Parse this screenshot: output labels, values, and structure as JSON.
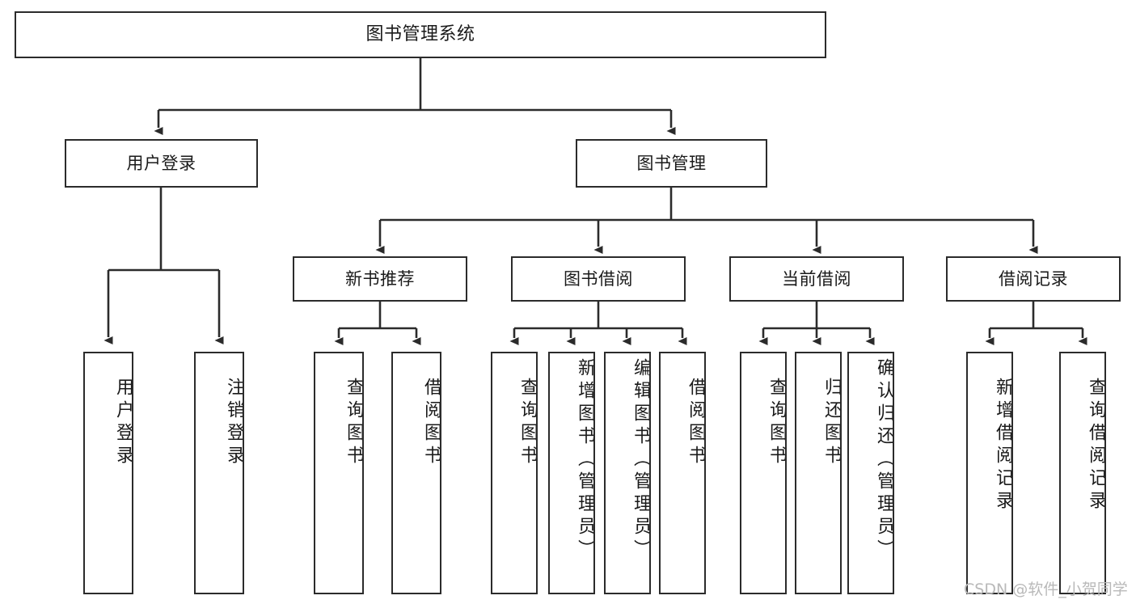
{
  "diagram": {
    "title": "图书管理系统",
    "type": "tree-hierarchy-chart",
    "colors": {
      "background": "#ffffff",
      "box_border": "#2b2b2b",
      "box_fill": "#ffffff",
      "connector": "#2b2b2b",
      "text": "#1a1a1a",
      "watermark": "#b9b9b9"
    },
    "root": {
      "label": "图书管理系统"
    },
    "level1": [
      {
        "label": "用户登录"
      },
      {
        "label": "图书管理"
      }
    ],
    "level2": [
      {
        "label": "新书推荐"
      },
      {
        "label": "图书借阅"
      },
      {
        "label": "当前借阅"
      },
      {
        "label": "借阅记录"
      }
    ],
    "leaves": [
      {
        "label": "用户登录",
        "parent": "用户登录"
      },
      {
        "label": "注销登录",
        "parent": "用户登录"
      },
      {
        "label": "查询图书",
        "parent": "新书推荐"
      },
      {
        "label": "借阅图书",
        "parent": "新书推荐"
      },
      {
        "label": "查询图书",
        "parent": "图书借阅"
      },
      {
        "label": "新增图书（管理员）",
        "parent": "图书借阅"
      },
      {
        "label": "编辑图书（管理员）",
        "parent": "图书借阅"
      },
      {
        "label": "借阅图书",
        "parent": "图书借阅"
      },
      {
        "label": "查询图书",
        "parent": "当前借阅"
      },
      {
        "label": "归还图书",
        "parent": "当前借阅"
      },
      {
        "label": "确认归还（管理员）",
        "parent": "当前借阅"
      },
      {
        "label": "新增借阅记录",
        "parent": "借阅记录"
      },
      {
        "label": "查询借阅记录",
        "parent": "借阅记录"
      }
    ],
    "watermark": "CSDN @软件_小贺同学"
  }
}
